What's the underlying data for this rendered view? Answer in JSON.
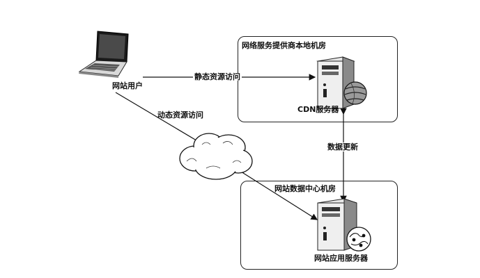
{
  "diagram": {
    "user_label": "网站用户",
    "static_request_label": "静态资源访问",
    "dynamic_request_label": "动态资源访问",
    "data_update_label": "数据更新",
    "cdn_room": {
      "title": "网络服务提供商本地机房",
      "server_label": "CDN服务器"
    },
    "datacenter_room": {
      "title": "网站数据中心机房",
      "server_label": "网站应用服务器"
    },
    "icons": {
      "user_device": "laptop-icon",
      "internet": "cloud-icon",
      "cdn_server": "server-tower-icon",
      "cdn_network": "globe-icon",
      "app_server": "server-tower-icon",
      "app_network": "network-globe-icon"
    }
  }
}
